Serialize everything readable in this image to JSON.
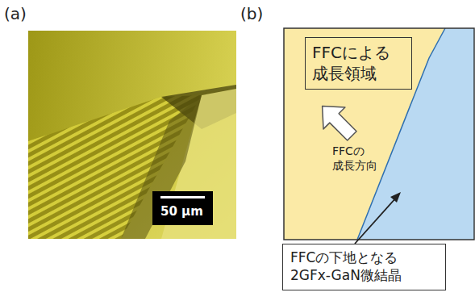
{
  "diagram": {
    "nodes": [
      {
        "text": [
          "50 µm"
        ]
      },
      {
        "text": [
          "FFCによる 成長領域"
        ]
      },
      {
        "text": [
          "FFCの下地となる 2GFx-GaN微結晶"
        ]
      }
    ],
    "labels": [
      "(a)",
      "(b)",
      "FFCの 成長方向"
    ]
  }
}
